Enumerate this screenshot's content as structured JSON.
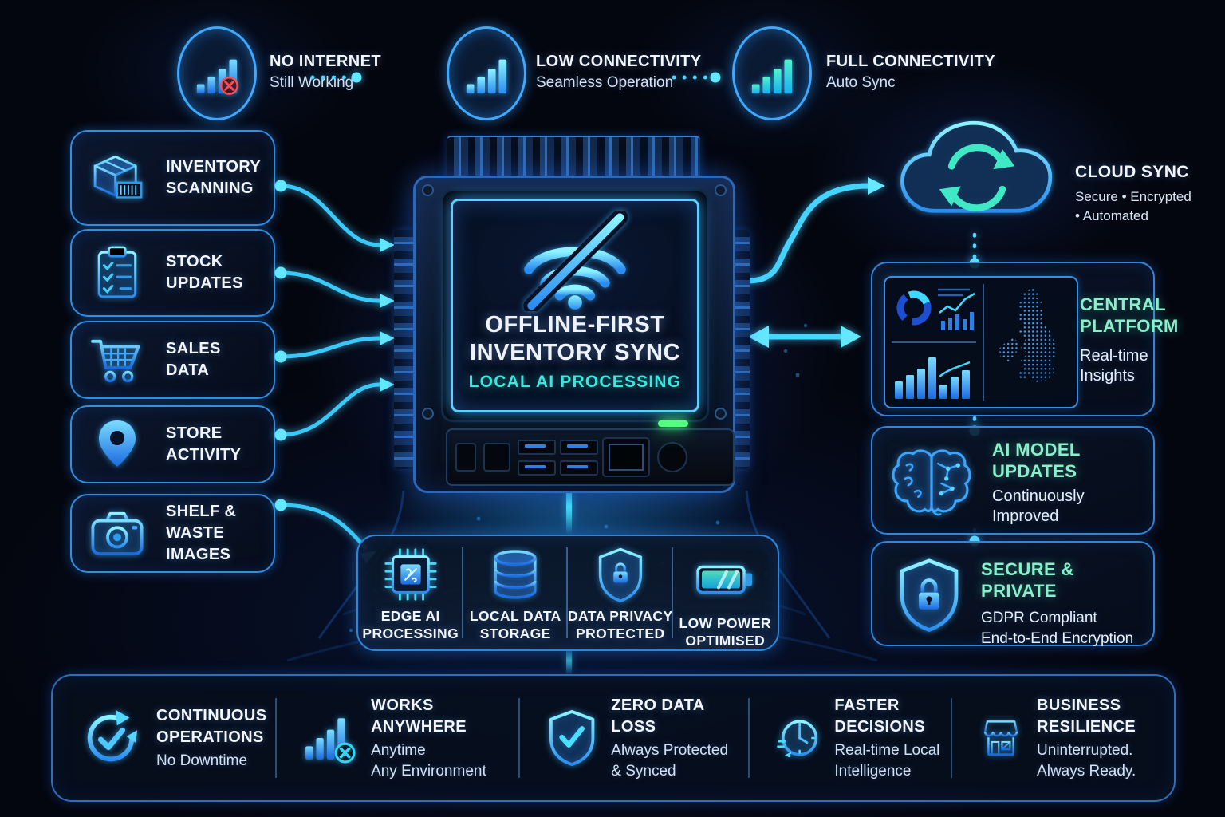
{
  "colors": {
    "accent_blue": "#2f9bff",
    "accent_cyan": "#45e6ff",
    "mint": "#86efcb",
    "teal": "#3fe9c6",
    "alert_red": "#ff4d4d",
    "led_green": "#54ff7e",
    "background": "#04060f"
  },
  "connectivity": [
    {
      "title": "NO INTERNET",
      "subtitle": "Still Working",
      "icon": "signal-bars-blocked-icon"
    },
    {
      "title": "LOW CONNECTIVITY",
      "subtitle": "Seamless Operation",
      "icon": "signal-bars-icon"
    },
    {
      "title": "FULL CONNECTIVITY",
      "subtitle": "Auto Sync",
      "icon": "signal-bars-full-icon"
    }
  ],
  "sources": [
    {
      "label": "INVENTORY\nSCANNING",
      "icon": "package-barcode-icon"
    },
    {
      "label": "STOCK\nUPDATES",
      "icon": "clipboard-checklist-icon"
    },
    {
      "label": "SALES\nDATA",
      "icon": "shopping-cart-icon"
    },
    {
      "label": "STORE\nACTIVITY",
      "icon": "location-pin-icon"
    },
    {
      "label": "SHELF & WASTE\nIMAGES",
      "icon": "camera-icon"
    }
  ],
  "device": {
    "title1": "OFFLINE-FIRST",
    "title2": "INVENTORY SYNC",
    "subtitle": "LOCAL AI PROCESSING",
    "icon": "wifi-off-icon"
  },
  "cloud": {
    "title": "CLOUD SYNC",
    "subtitle": "Secure • Encrypted\n• Automated",
    "icon": "cloud-sync-icon"
  },
  "panels": {
    "central": {
      "title": "CENTRAL\nPLATFORM",
      "subtitle": "Real-time\nInsights",
      "icon": "dashboard-map-preview"
    },
    "ai": {
      "title": "AI MODEL\nUPDATES",
      "subtitle": "Continuously\nImproved",
      "icon": "brain-circuit-icon"
    },
    "secure": {
      "title": "SECURE & PRIVATE",
      "subtitle": "GDPR Compliant\nEnd-to-End Encryption",
      "icon": "shield-lock-icon"
    }
  },
  "capabilities": [
    {
      "label": "EDGE AI\nPROCESSING",
      "icon": "chip-icon"
    },
    {
      "label": "LOCAL DATA\nSTORAGE",
      "icon": "database-icon"
    },
    {
      "label": "DATA PRIVACY\nPROTECTED",
      "icon": "shield-lock-icon"
    },
    {
      "label": "LOW POWER\nOPTIMISED",
      "icon": "battery-icon"
    }
  ],
  "benefits": [
    {
      "title": "CONTINUOUS\nOPERATIONS",
      "subtitle": "No Downtime",
      "icon": "refresh-check-icon"
    },
    {
      "title": "WORKS ANYWHERE",
      "subtitle": "Anytime\nAny Environment",
      "icon": "signal-offline-icon"
    },
    {
      "title": "ZERO DATA LOSS",
      "subtitle": "Always Protected\n& Synced",
      "icon": "shield-check-icon"
    },
    {
      "title": "FASTER DECISIONS",
      "subtitle": "Real-time Local\nIntelligence",
      "icon": "clock-icon"
    },
    {
      "title": "BUSINESS RESILIENCE",
      "subtitle": "Uninterrupted.\nAlways Ready.",
      "icon": "storefront-icon"
    }
  ]
}
